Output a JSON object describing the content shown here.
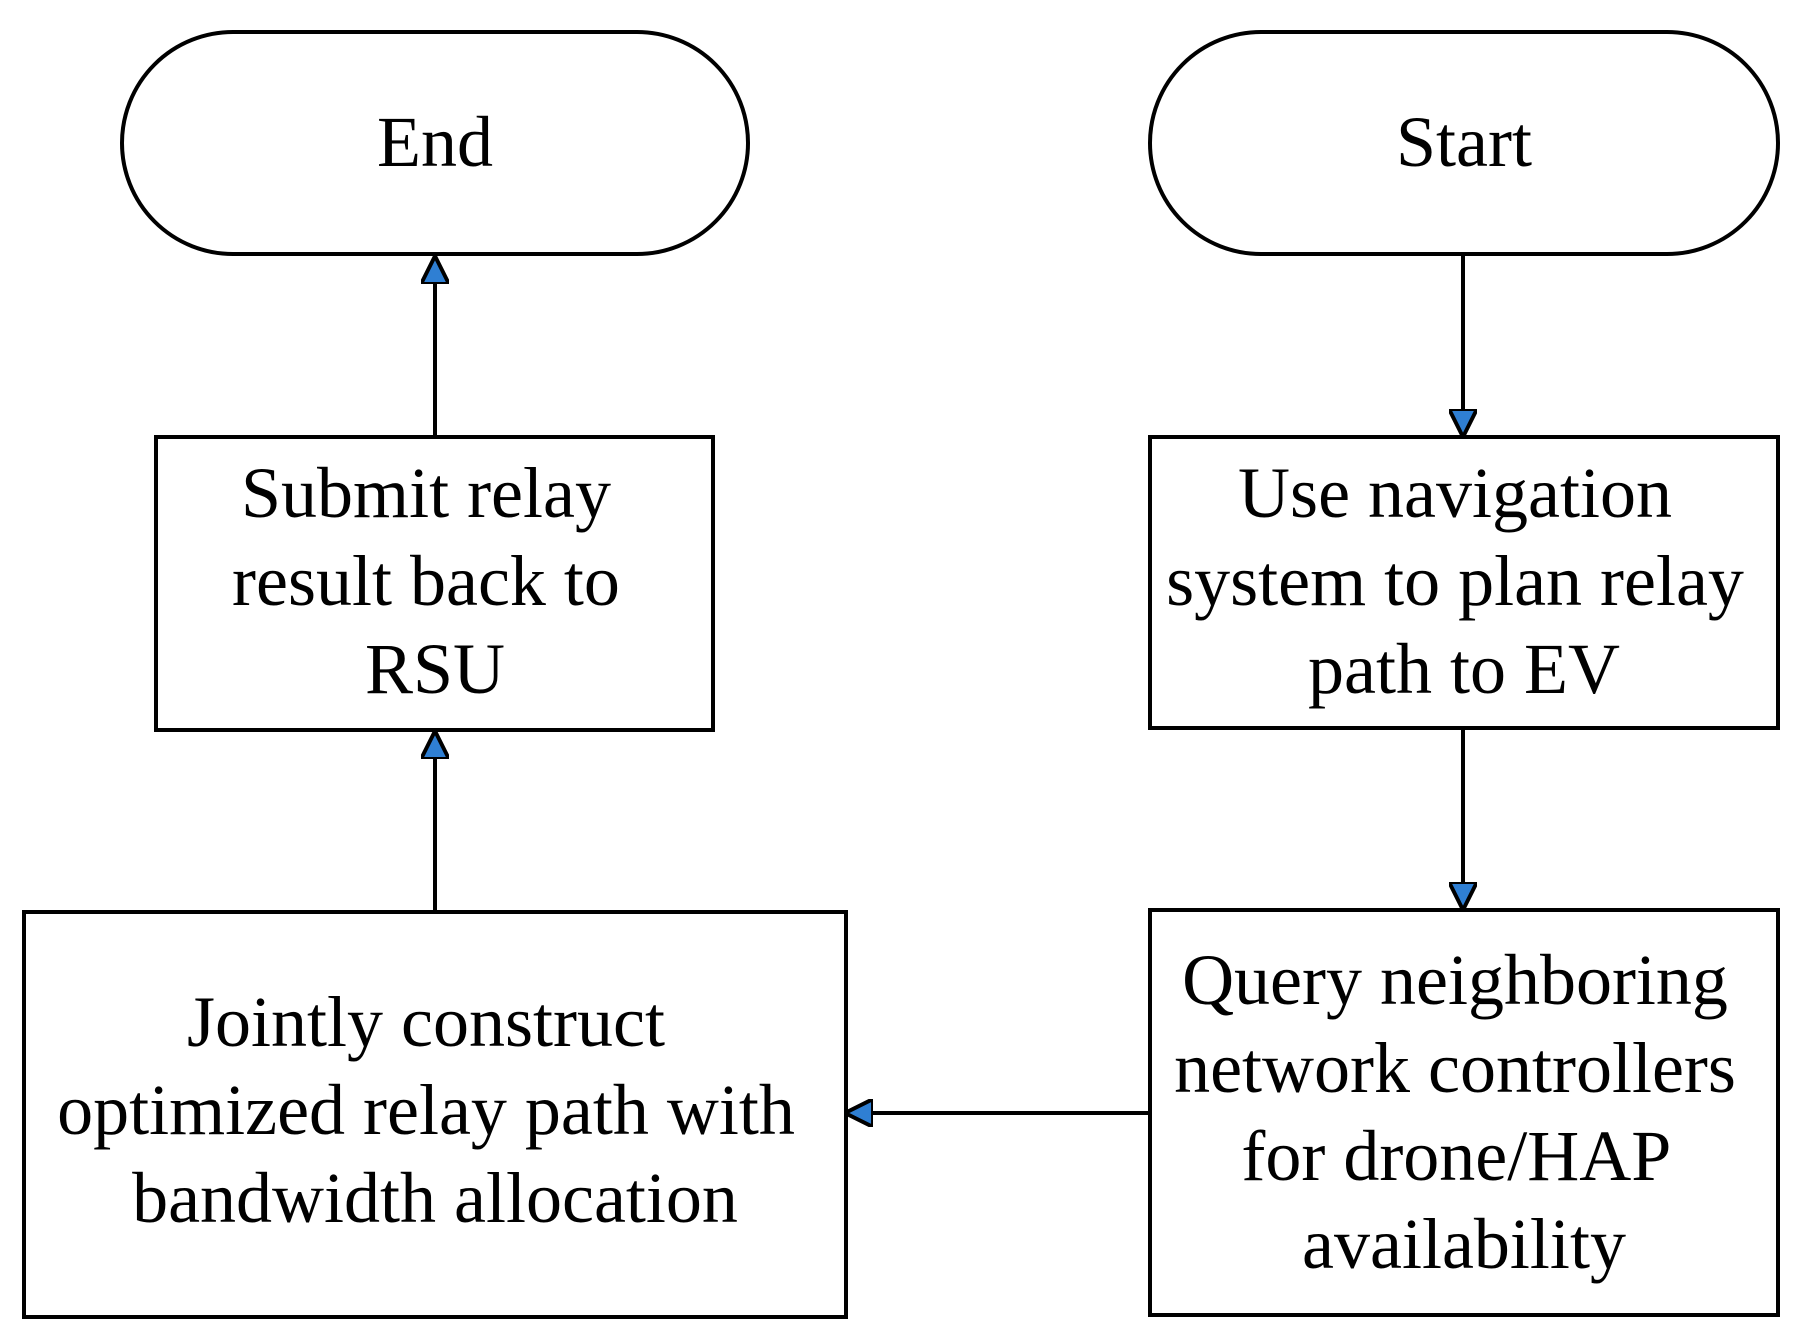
{
  "diagram": {
    "type": "flowchart",
    "nodes": {
      "start": {
        "shape": "terminator",
        "lines": [
          "Start"
        ]
      },
      "plan": {
        "shape": "process",
        "lines": [
          "Use navigation",
          "system to plan relay",
          "path to EV"
        ]
      },
      "query": {
        "shape": "process",
        "lines": [
          "Query neighboring",
          "network controllers",
          "for drone/HAP",
          "availability"
        ]
      },
      "construct": {
        "shape": "process",
        "lines": [
          "Jointly construct",
          "optimized relay path with",
          "bandwidth allocation"
        ]
      },
      "submit": {
        "shape": "process",
        "lines": [
          "Submit relay",
          "result back to",
          "RSU"
        ]
      },
      "end": {
        "shape": "terminator",
        "lines": [
          "End"
        ]
      }
    },
    "edges": [
      {
        "from": "start",
        "to": "plan"
      },
      {
        "from": "plan",
        "to": "query"
      },
      {
        "from": "query",
        "to": "construct"
      },
      {
        "from": "construct",
        "to": "submit"
      },
      {
        "from": "submit",
        "to": "end"
      }
    ],
    "colors": {
      "stroke": "#000000",
      "fill": "#ffffff",
      "arrowhead": "#2f7fd3",
      "text": "#000000"
    }
  }
}
